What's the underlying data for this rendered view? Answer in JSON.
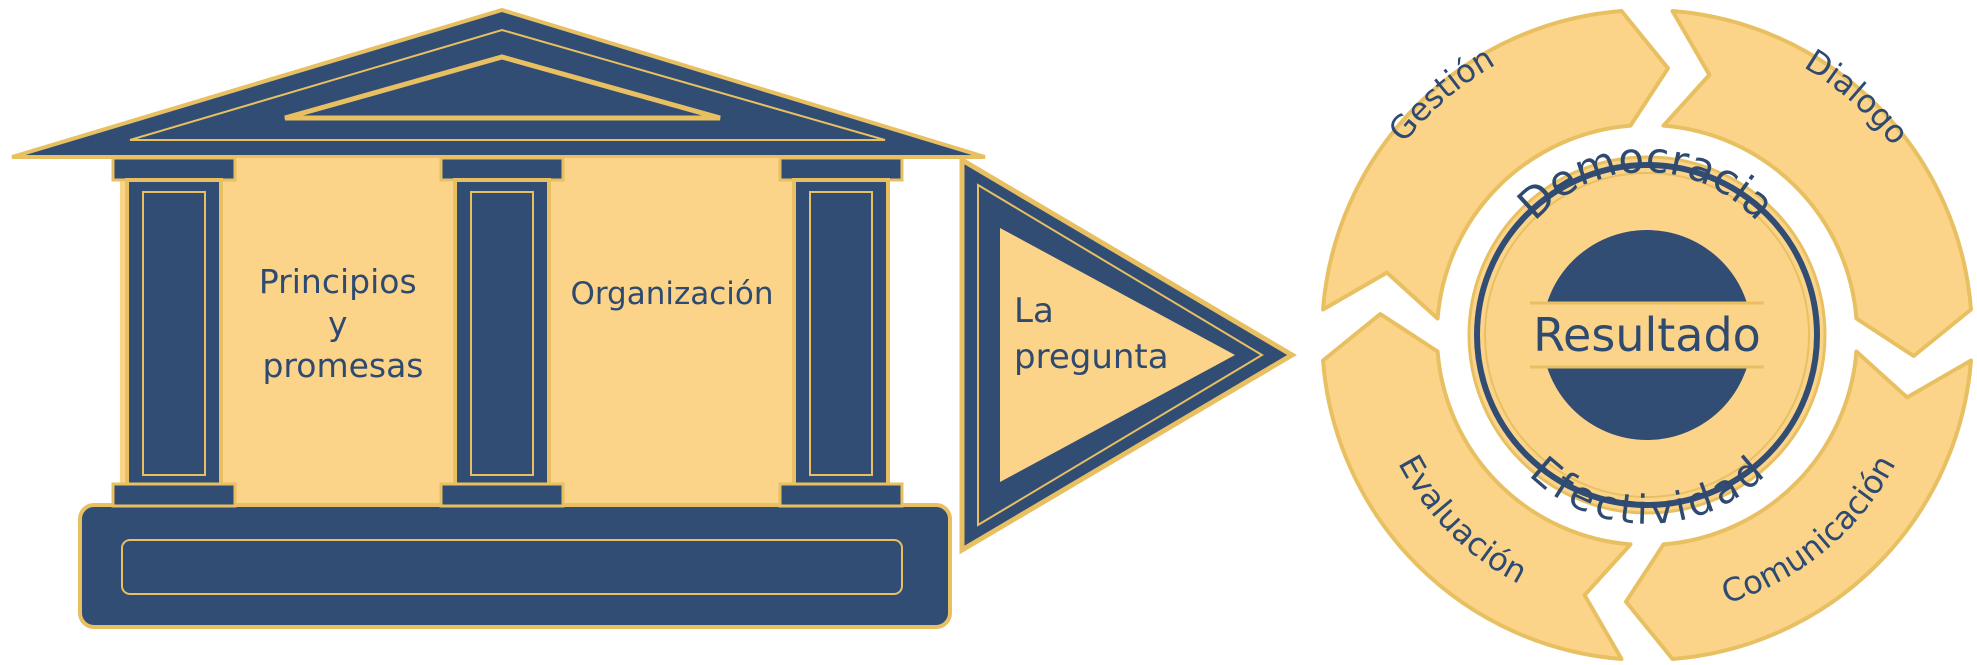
{
  "colors": {
    "navy": "#314d73",
    "gold": "#e8c062",
    "cream": "#fbd48a",
    "text": "#2f4a70"
  },
  "temple": {
    "label_left_lines": [
      "Principios",
      "y",
      "promesas"
    ],
    "label_right": "Organización"
  },
  "arrow": {
    "label_lines": [
      "La",
      "pregunta"
    ]
  },
  "cycle": {
    "segments": [
      "Gestión",
      "Dialogo",
      "Comunicación",
      "Evaluación"
    ],
    "center_top": "Democracia",
    "center_main": "Resultado",
    "center_bottom": "Efectividad"
  }
}
